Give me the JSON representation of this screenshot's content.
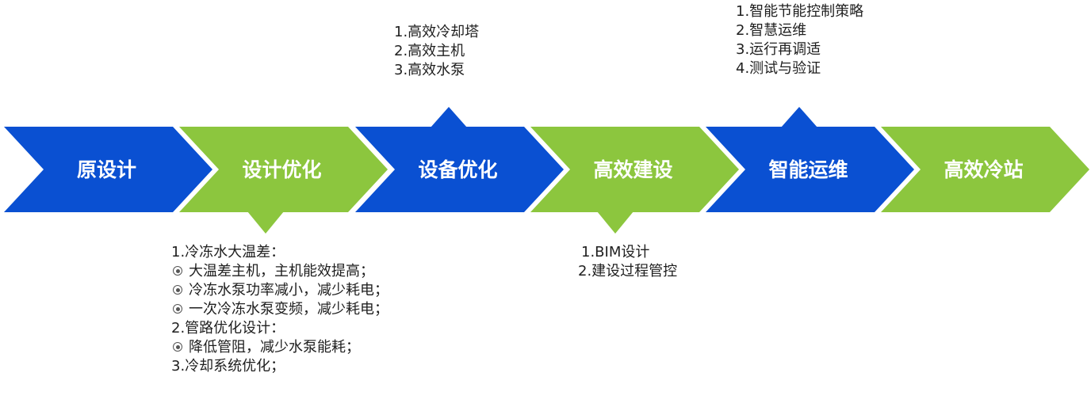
{
  "colors": {
    "blue": "#0a50d2",
    "green": "#8cc63e"
  },
  "stages": [
    {
      "label": "原设计",
      "color": "blue"
    },
    {
      "label": "设计优化",
      "color": "green"
    },
    {
      "label": "设备优化",
      "color": "blue"
    },
    {
      "label": "高效建设",
      "color": "green"
    },
    {
      "label": "智能运维",
      "color": "blue"
    },
    {
      "label": "高效冷站",
      "color": "green"
    }
  ],
  "notes": {
    "equipment": [
      "1.高效冷却塔",
      "2.高效主机",
      "3.高效水泵"
    ],
    "operation": [
      "1.智能节能控制策略",
      "2.智慧运维",
      "3.运行再调适",
      "4.测试与验证"
    ],
    "design": [
      "1.冷冻水大温差：",
      "大温差主机，主机能效提高；",
      "冷冻水泵功率减小，减少耗电；",
      "一次冷冻水泵变频，减少耗电；",
      "2.管路优化设计：",
      "降低管阻，减少水泵能耗；",
      "3.冷却系统优化；"
    ],
    "build": [
      "1.BIM设计",
      "2.建设过程管控"
    ]
  }
}
